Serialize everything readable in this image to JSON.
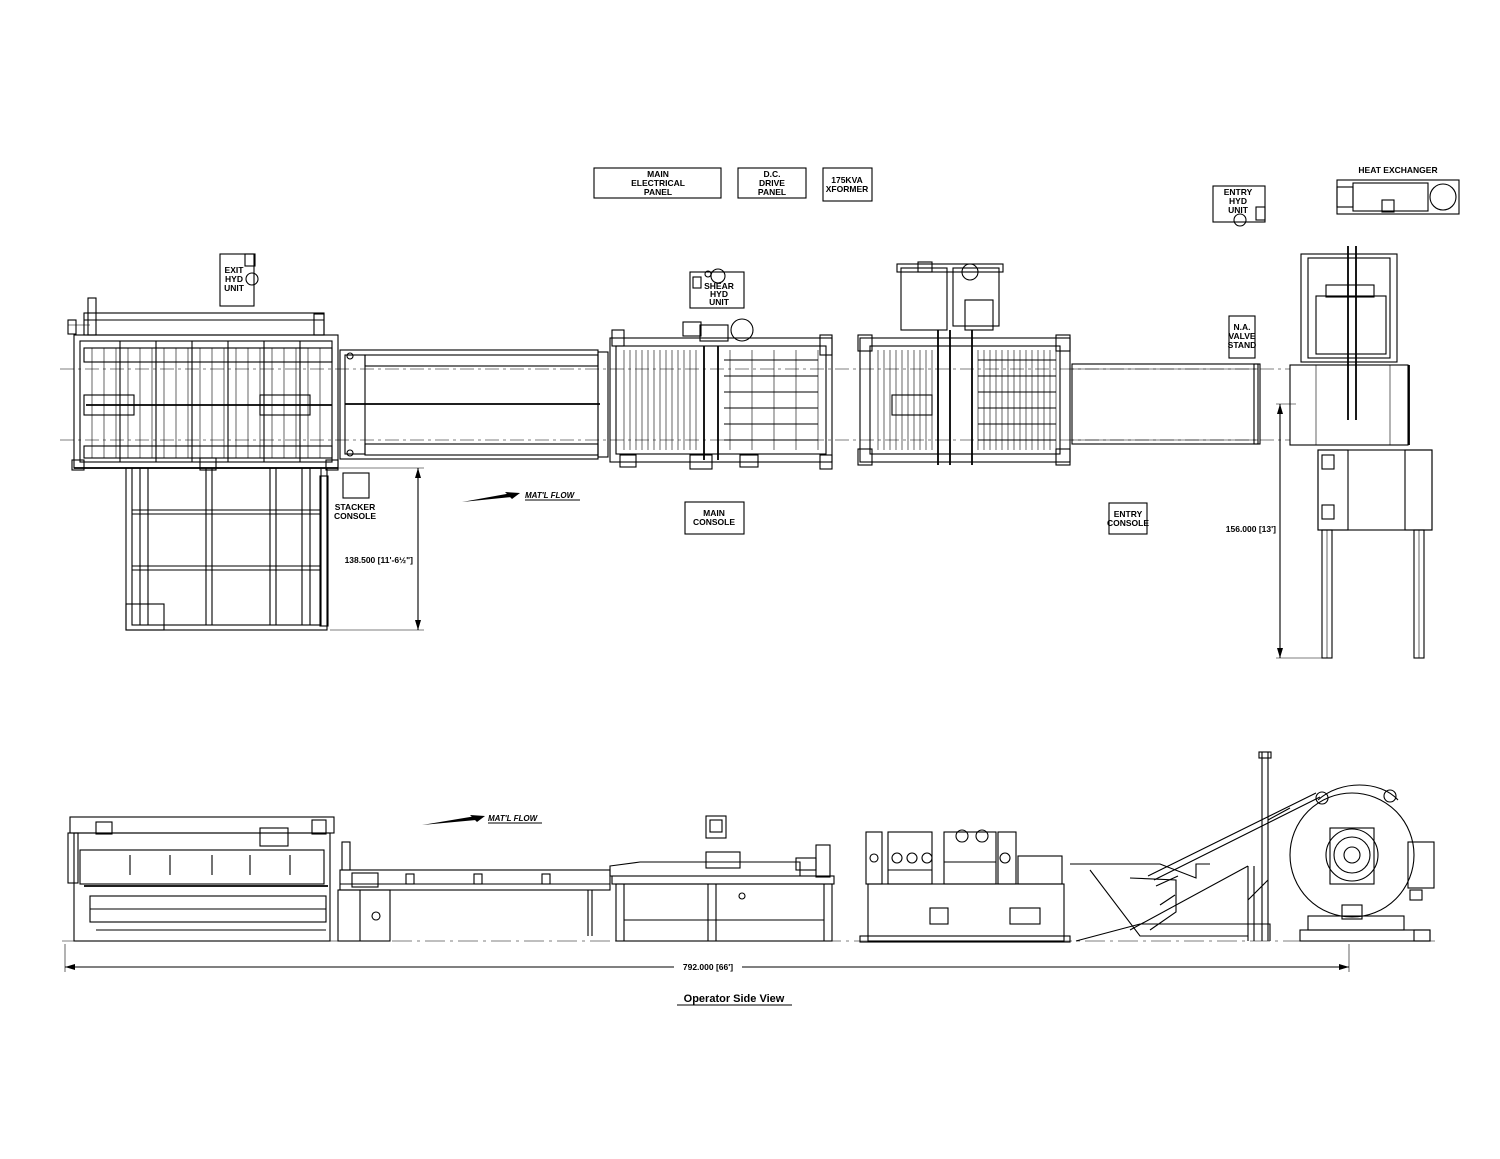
{
  "labels": {
    "main_electrical_panel": [
      "MAIN",
      "ELECTRICAL",
      "PANEL"
    ],
    "dc_drive_panel": [
      "D.C.",
      "DRIVE",
      "PANEL"
    ],
    "xformer": [
      "175KVA",
      "XFORMER"
    ],
    "entry_hyd_unit": [
      "ENTRY",
      "HYD",
      "UNIT"
    ],
    "heat_exchanger": "HEAT EXCHANGER",
    "exit_hyd_unit": [
      "EXIT",
      "HYD",
      "UNIT"
    ],
    "shear_hyd_unit": [
      "SHEAR",
      "HYD",
      "UNIT"
    ],
    "na_valve_stand": [
      "N.A.",
      "VALVE",
      "STAND"
    ],
    "stacker_console": [
      "STACKER",
      "CONSOLE"
    ],
    "main_console": [
      "MAIN",
      "CONSOLE"
    ],
    "entry_console": [
      "ENTRY",
      "CONSOLE"
    ],
    "matl_flow_top": "MAT'L FLOW",
    "matl_flow_side": "MAT'L FLOW"
  },
  "dimensions": {
    "stacker_width": "138.500 [11'-6½\"]",
    "entry_width": "156.000 [13']",
    "overall_length": "792.000 [66']"
  },
  "view_title": "Operator Side View"
}
